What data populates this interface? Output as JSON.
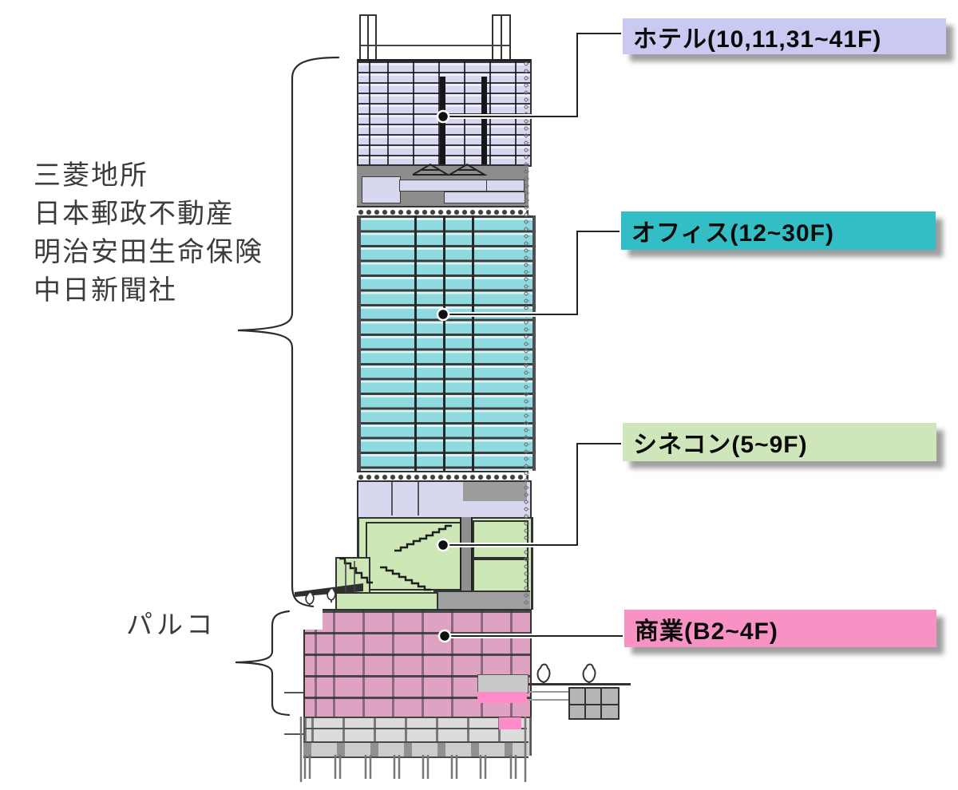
{
  "left_panel": {
    "owners": [
      "三菱地所",
      "日本郵政不動産",
      "明治安田生命保険",
      "中日新聞社"
    ],
    "tenant": "パルコ"
  },
  "zones": [
    {
      "id": "hotel",
      "label": "ホテル(10,11,31~41F)",
      "color": "#c9c9f2"
    },
    {
      "id": "office",
      "label": "オフィス(12~30F)",
      "color": "#33bec6"
    },
    {
      "id": "cinema",
      "label": "シネコン(5~9F)",
      "color": "#cfe6ba"
    },
    {
      "id": "retail",
      "label": "商業(B2~4F)",
      "color": "#f992c4"
    }
  ],
  "colors": {
    "label_hotel": "#c9c9f2",
    "label_office": "#33bec6",
    "label_cinema": "#cfe6ba",
    "label_retail": "#f992c4",
    "hotel_floor": "#d7d7ef",
    "office_glass": "#8edade",
    "office_glass_light": "#d8f3f4",
    "cinema_fill": "#cde7b7",
    "retail_fill": "#dfa2c2",
    "retail_bright": "#ff8cc9",
    "gray_band": "#8d8d8d",
    "base_gray": "#dcdcdc",
    "line_dark": "#2e2e2e",
    "text_color": "#3c3c3c"
  }
}
